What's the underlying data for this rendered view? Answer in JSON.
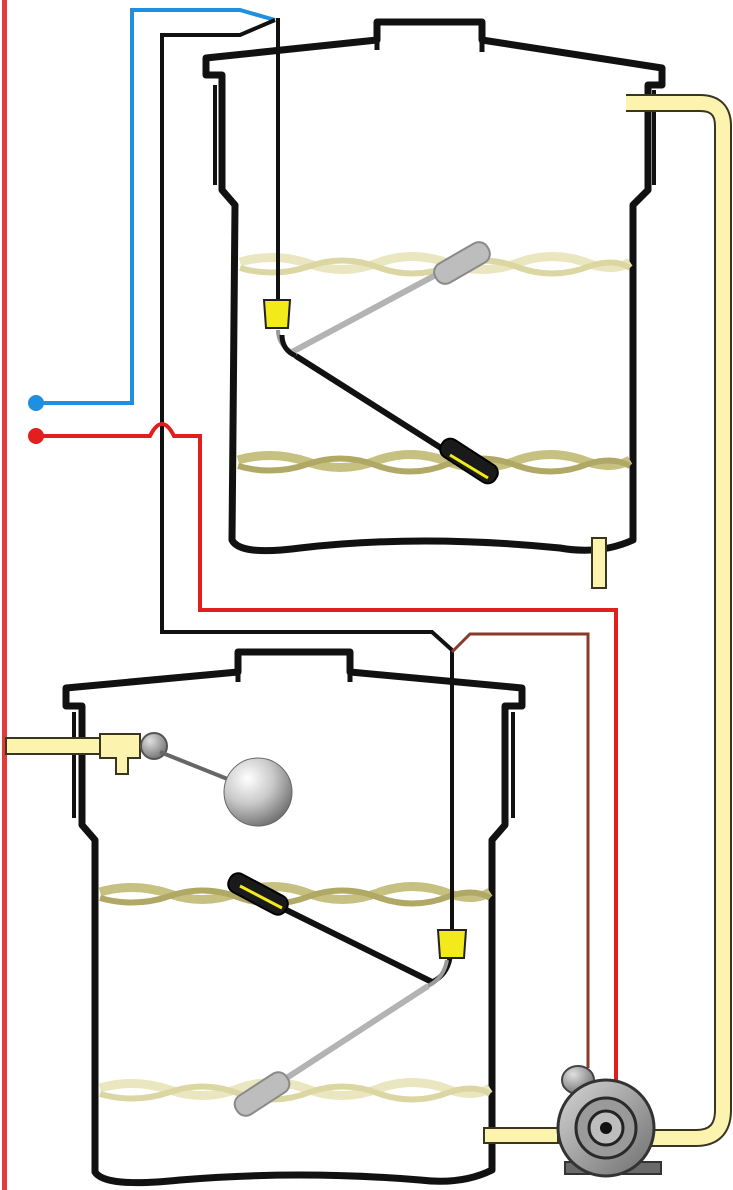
{
  "diagram": {
    "colors": {
      "background": "#ffffff",
      "wall": "#e23b3b",
      "tank_outline": "#111111",
      "blue_wire": "#1f8fe0",
      "red_wire": "#e21f1f",
      "brown_wire": "#8b3a2a",
      "pipe_fill": "#fbf3ae",
      "pipe_outline": "#3a3520",
      "float_yellow": "#f2ea1a",
      "float_dark": "#1a1a1a",
      "float_grey": "#bdbdbd",
      "level_light": "#eae6bf",
      "level_dark": "#c7c181",
      "pump_grey": "#8e8e8e"
    },
    "components": [
      "upper-tank",
      "lower-tank",
      "pump",
      "float-valve",
      "float-switch-upper",
      "float-switch-lower",
      "blue-terminal",
      "red-terminal"
    ]
  }
}
